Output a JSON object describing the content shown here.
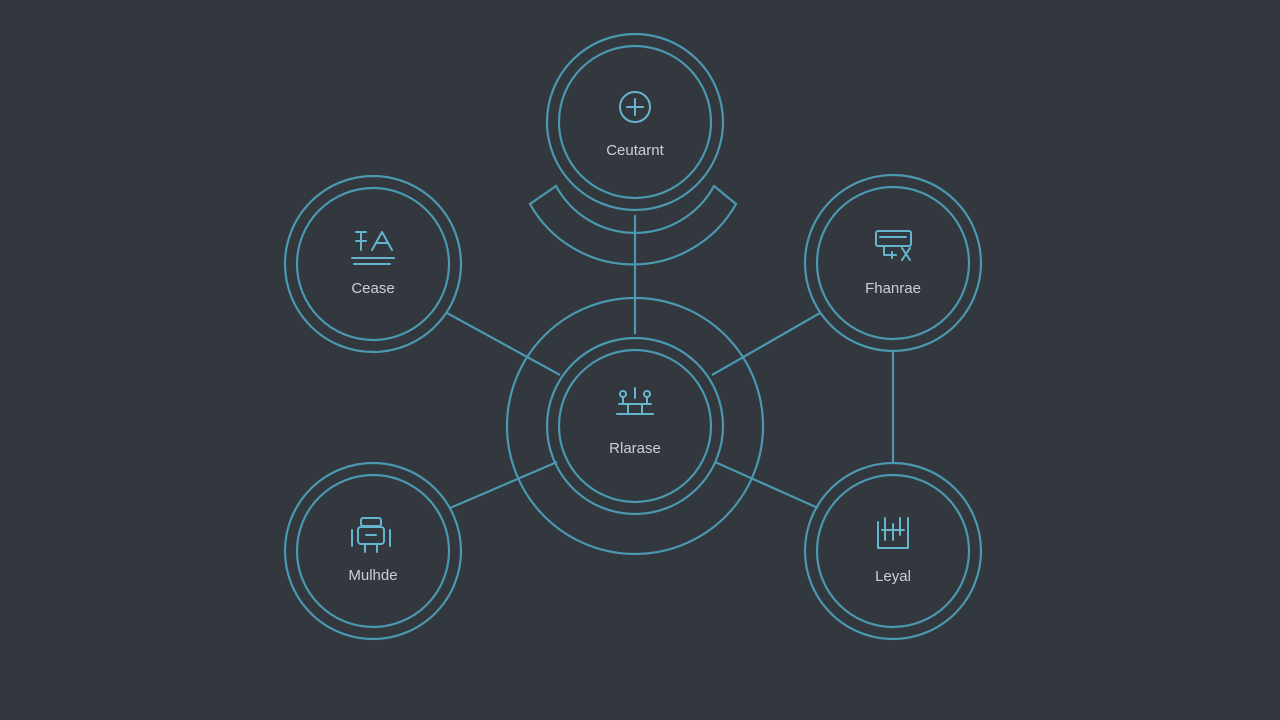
{
  "colors": {
    "background": "#33373e",
    "ring_stroke": "#4b98b1",
    "icon_stroke": "#66b5cf",
    "label_text": "#c9d1d8"
  },
  "nodes": {
    "top": {
      "label": "Ceutarnt",
      "icon": "plus-circle-icon"
    },
    "center": {
      "label": "Rlarase",
      "icon": "circuit-icon"
    },
    "upper_left": {
      "label": "Cease",
      "icon": "tools-icon"
    },
    "upper_right": {
      "label": "Fhanrae",
      "icon": "monitor-icon"
    },
    "lower_left": {
      "label": "Mulhde",
      "icon": "device-icon"
    },
    "lower_right": {
      "label": "Leyal",
      "icon": "document-icon"
    }
  }
}
